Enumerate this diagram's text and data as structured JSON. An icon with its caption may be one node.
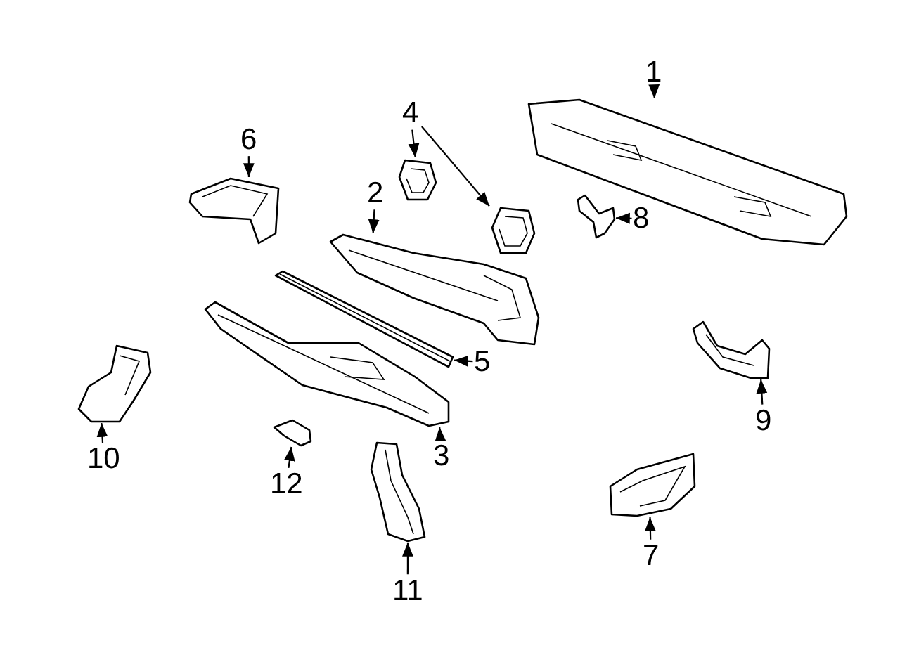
{
  "diagram": {
    "nodes": [
      {
        "text": [
          "1"
        ]
      },
      {
        "text": [],
        "shape": "picture"
      },
      {
        "text": [
          "4"
        ]
      },
      {
        "text": [],
        "shape": "picture"
      },
      {
        "text": [],
        "shape": "picture"
      },
      {
        "text": [
          "6"
        ]
      },
      {
        "text": [],
        "shape": "picture"
      },
      {
        "text": [
          "2"
        ]
      },
      {
        "text": [],
        "shape": "picture"
      },
      {
        "text": [
          "8"
        ]
      },
      {
        "text": [],
        "shape": "picture"
      },
      {
        "text": [
          "5"
        ]
      },
      {
        "text": [],
        "shape": "picture"
      },
      {
        "text": [],
        "shape": "picture"
      },
      {
        "text": [
          "3"
        ]
      },
      {
        "text": [
          "9"
        ]
      },
      {
        "text": [],
        "shape": "picture"
      },
      {
        "text": [
          "10"
        ]
      },
      {
        "text": [],
        "shape": "picture"
      },
      {
        "text": [
          "12"
        ]
      },
      {
        "text": [],
        "shape": "picture"
      },
      {
        "text": [
          "11"
        ]
      },
      {
        "text": [],
        "shape": "picture"
      },
      {
        "text": [],
        "shape": "picture"
      },
      {
        "text": [
          "7"
        ]
      }
    ],
    "edges": [
      {
        "from": 0,
        "to": 1,
        "arrow": "to"
      },
      {
        "from": 2,
        "to": 3,
        "arrow": "to"
      },
      {
        "from": 2,
        "to": 4,
        "arrow": "to"
      },
      {
        "from": 5,
        "to": 6,
        "arrow": "to"
      },
      {
        "from": 7,
        "to": 8,
        "arrow": "to"
      },
      {
        "from": 9,
        "to": 10,
        "arrow": "to"
      },
      {
        "from": 11,
        "to": 12,
        "arrow": "to"
      },
      {
        "from": 14,
        "to": 13,
        "arrow": "to"
      },
      {
        "from": 15,
        "to": 16,
        "arrow": "to"
      },
      {
        "from": 17,
        "to": 18,
        "arrow": "to"
      },
      {
        "from": 19,
        "to": 20,
        "arrow": "to"
      },
      {
        "from": 21,
        "to": 22,
        "arrow": "to"
      },
      {
        "from": 24,
        "to": 23,
        "arrow": "to"
      }
    ]
  }
}
